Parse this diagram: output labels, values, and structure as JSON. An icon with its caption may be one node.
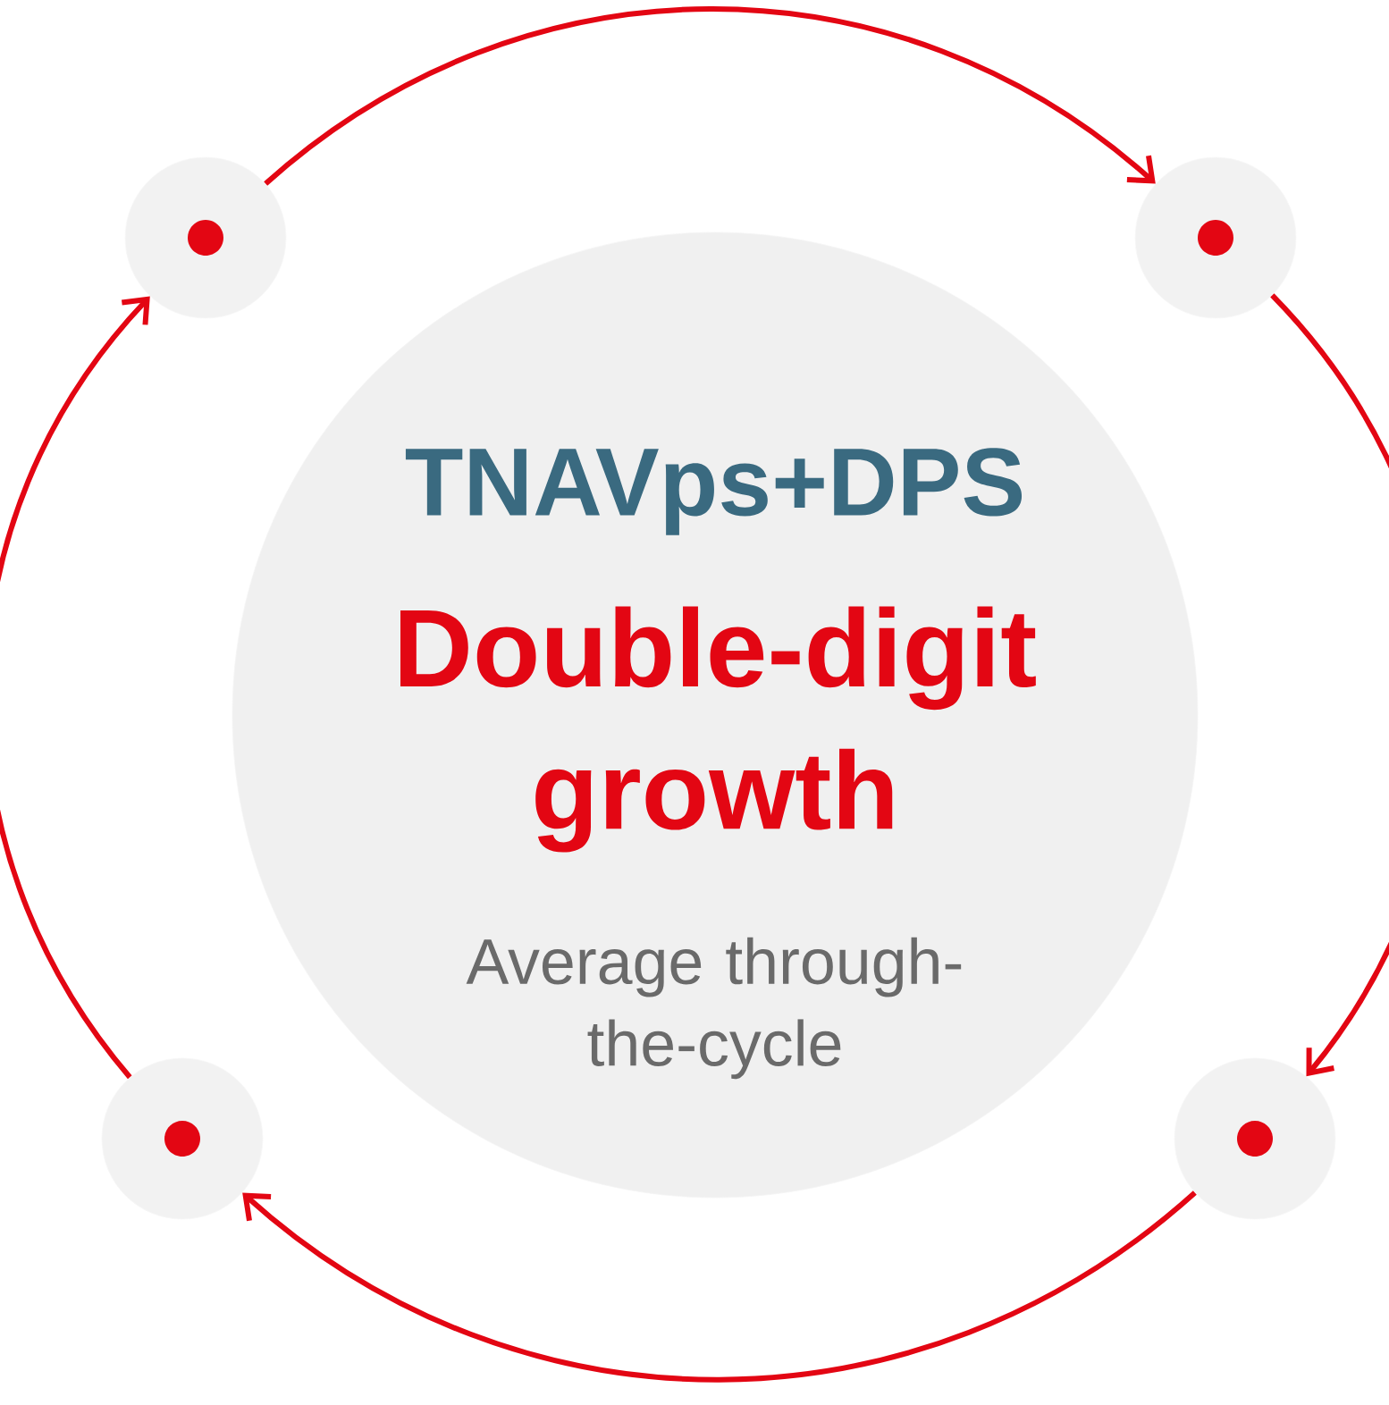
{
  "diagram": {
    "nodes": [
      {
        "text": [
          "TNAVps+DPS",
          "Double-digit growth",
          "Average through-the-cycle"
        ]
      },
      {
        "text": [],
        "shape": "circle"
      },
      {
        "text": [],
        "shape": "circle"
      },
      {
        "text": [],
        "shape": "circle"
      },
      {
        "text": [],
        "shape": "circle"
      }
    ],
    "edges": [
      {
        "from": 1,
        "to": 2,
        "arrow": "to"
      },
      {
        "from": 2,
        "to": 4,
        "arrow": "to"
      },
      {
        "from": 4,
        "to": 3,
        "arrow": "to"
      },
      {
        "from": 3,
        "to": 1,
        "arrow": "to"
      }
    ]
  }
}
